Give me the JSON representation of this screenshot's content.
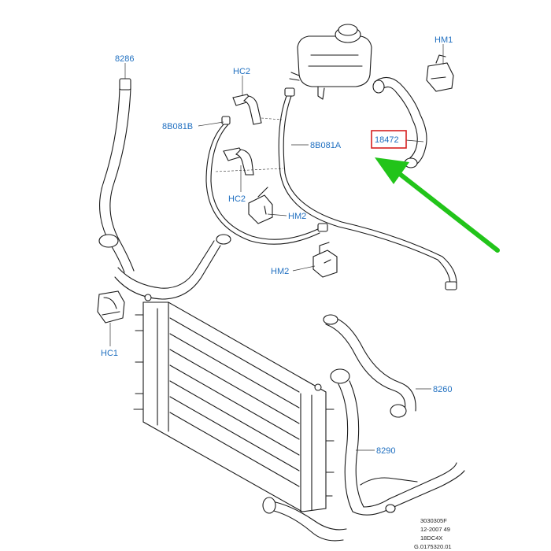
{
  "labels": {
    "l8286": "8286",
    "lHC2a": "HC2",
    "lHM1": "HM1",
    "l8B081B": "8B081B",
    "l8B081A": "8B081A",
    "l18472": "18472",
    "lHC2b": "HC2",
    "lHM2a": "HM2",
    "lHM2b": "HM2",
    "lHC1": "HC1",
    "l8260": "8260",
    "l8290": "8290"
  },
  "reference": [
    "3030305F",
    "12-2007 49",
    "18DC4X",
    "G.0175320.01"
  ],
  "colors": {
    "label": "#1f6fc0",
    "highlight_box": "#d62020",
    "arrow": "#22c41a"
  }
}
